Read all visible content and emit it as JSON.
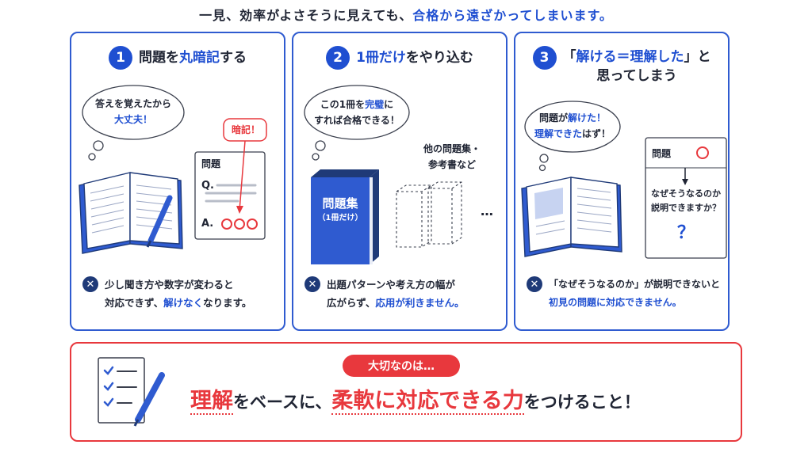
{
  "headline": {
    "prefix": "一見、効率がよさそうに見えても、",
    "highlight": "合格から遠ざかってしまいます。"
  },
  "panels": [
    {
      "number": "1",
      "title": {
        "a": "問題を",
        "b": "丸暗記",
        "c": "する"
      },
      "thought": {
        "line1": "答えを覚えたから",
        "line2": "大丈夫！"
      },
      "memo_badge": "暗記！",
      "card": {
        "title": "問題",
        "q": "Q.",
        "a": "A."
      },
      "note": {
        "line1": "少し聞き方や数字が変わると",
        "line2a": "対応できず、",
        "line2b": "解けなく",
        "line2c": "なります。"
      }
    },
    {
      "number": "2",
      "title": {
        "a": "1冊だけ",
        "b": "をやり込む"
      },
      "thought": {
        "line1a": "この1冊を",
        "line1b": "完璧",
        "line1c": "に",
        "line2": "すれば合格できる！"
      },
      "other_books": {
        "line1": "他の問題集・",
        "line2": "参考書など"
      },
      "book_label": {
        "line1": "問題集",
        "line2": "（1冊だけ）"
      },
      "ellipsis": "…",
      "note": {
        "line1": "出題パターンや考え方の幅が",
        "line2a": "広がらず、",
        "line2b": "応用が利きません。"
      }
    },
    {
      "number": "3",
      "title": {
        "a": "「",
        "b": "解ける＝理解した",
        "c": "」と",
        "line2": "思ってしまう"
      },
      "thought": {
        "line1a": "問題が",
        "line1b": "解けた！",
        "line2a": "理解できた",
        "line2b": "はず！"
      },
      "card": {
        "title": "問題",
        "question1": "なぜそうなるのか",
        "question2": "説明できますか？",
        "qmark": "？"
      },
      "note": {
        "line1": "「なぜそうなるのか」が説明できないと",
        "line2": "初見の問題に対応できません。"
      }
    }
  ],
  "bottom": {
    "pill": "大切なのは…",
    "c1": "理解",
    "c2": "をベースに、",
    "c3": "柔軟に対応できる力",
    "c4": "をつけること！"
  },
  "colors": {
    "blue": "#1f4fd1",
    "navy": "#1f3a78",
    "red": "#e8383d"
  }
}
